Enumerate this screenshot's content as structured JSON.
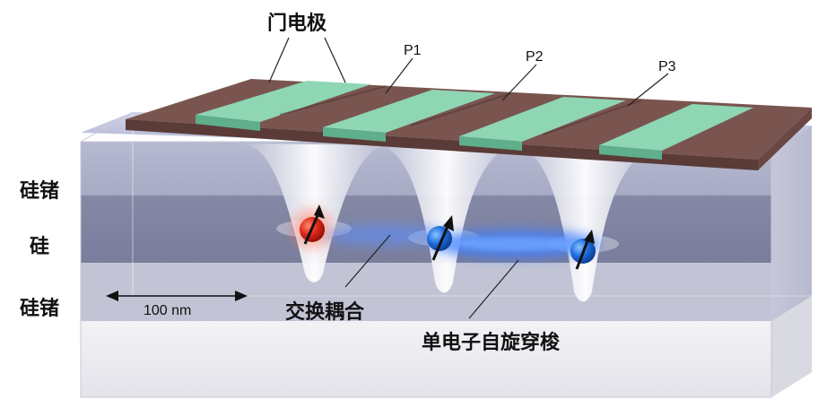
{
  "labels": {
    "gate_electrode": "门电极",
    "p1": "P1",
    "p2": "P2",
    "p3": "P3",
    "layer_top": "硅锗",
    "layer_mid": "硅",
    "layer_bottom": "硅锗",
    "scale": "100 nm",
    "exchange": "交换耦合",
    "shuttling": "单电子自旋穿梭"
  },
  "colors": {
    "gate_brown": "#7a5550",
    "gate_green": "#8ed6b4",
    "sige": "#8c90b0",
    "si": "#6f7396",
    "substrate": "#ececf2",
    "spin_red": "#e02a1a",
    "spin_blue": "#1f6fe0",
    "glow": "#3b7dff"
  }
}
